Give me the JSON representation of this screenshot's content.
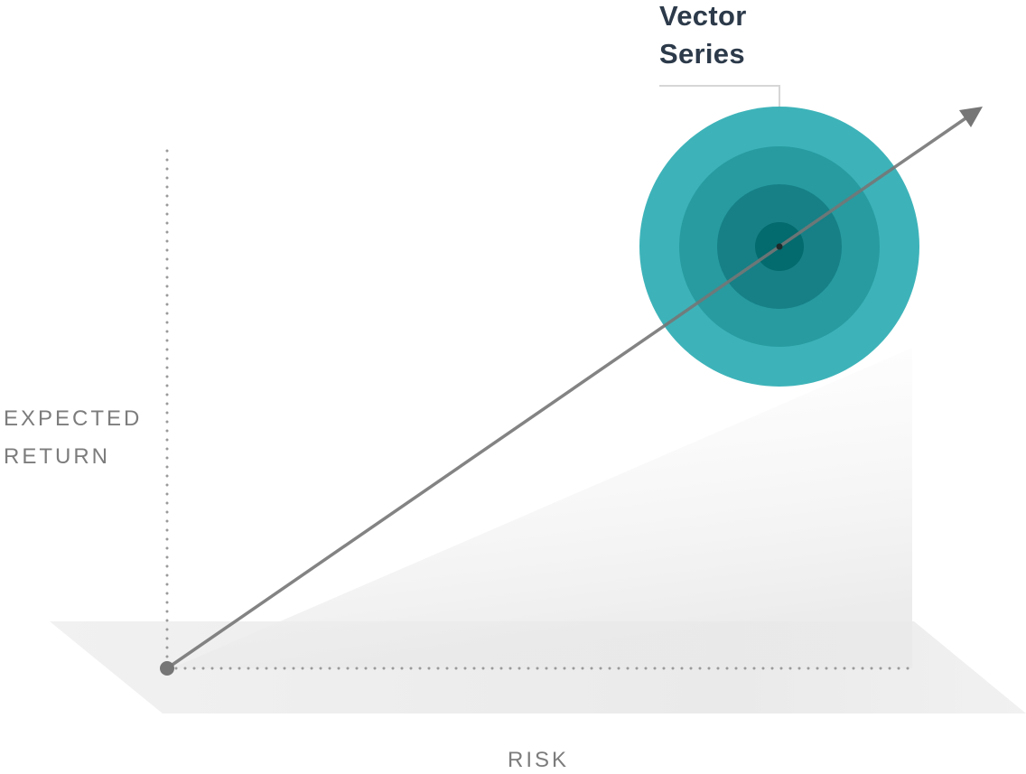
{
  "diagram": {
    "title_line_1": "Vector",
    "title_line_2": "Series",
    "y_axis_label_line_1": "EXPECTED",
    "y_axis_label_line_2": "RETURN",
    "x_axis_label": "RISK"
  },
  "colors": {
    "target_ring_outer": "#3db3b9",
    "target_ring_2": "#279ba0",
    "target_ring_3": "#168086",
    "target_ring_inner": "#036a6d",
    "arrow": "#767676",
    "dotted_axis": "#9a9a9a",
    "floor_plane": "#efefef",
    "title_text": "#2c3a4a",
    "label_text": "#7c7c7c"
  },
  "icons": {
    "arrow": "arrow-head-icon",
    "origin": "origin-dot-icon",
    "target": "target-icon"
  }
}
